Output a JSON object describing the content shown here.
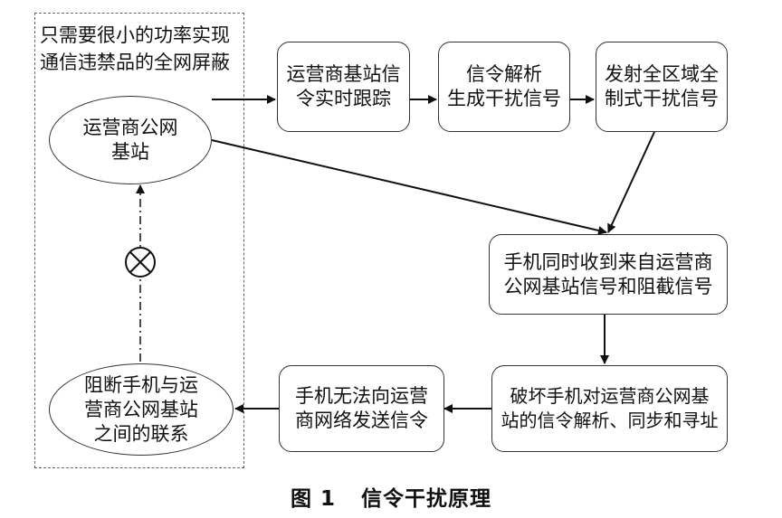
{
  "frame_note": {
    "line1": "只需要很小的功率实现",
    "line2": "通信违禁品的全网屏蔽"
  },
  "nodes": {
    "operator_base_station": {
      "line1": "运营商公网",
      "line2": "基站"
    },
    "cut_connection": {
      "line1": "阻断手机与运",
      "line2": "营商公网基站",
      "line3": "之间的联系"
    },
    "realtime_tracking": {
      "line1": "运营商基站信",
      "line2": "令实时跟踪"
    },
    "signal_parsing": {
      "line1": "信令解析",
      "line2": "生成干扰信号"
    },
    "transmit_jamming": {
      "line1": "发射全区域全",
      "line2": "制式干扰信号"
    },
    "phone_receives": {
      "line1": "手机同时收到来自运营商",
      "line2": "公网基站信号和阻截信号"
    },
    "disrupt_phone": {
      "line1": "破坏手机对运营商公网基",
      "line2": "站的信令解析、同步和寻址"
    },
    "phone_cannot_send": {
      "line1": "手机无法向运营",
      "line2": "商网络发送信令"
    }
  },
  "caption": {
    "figure_label": "图 1",
    "title": "信令干扰原理"
  },
  "icons": {
    "blocked_symbol": "circle-x-icon"
  }
}
